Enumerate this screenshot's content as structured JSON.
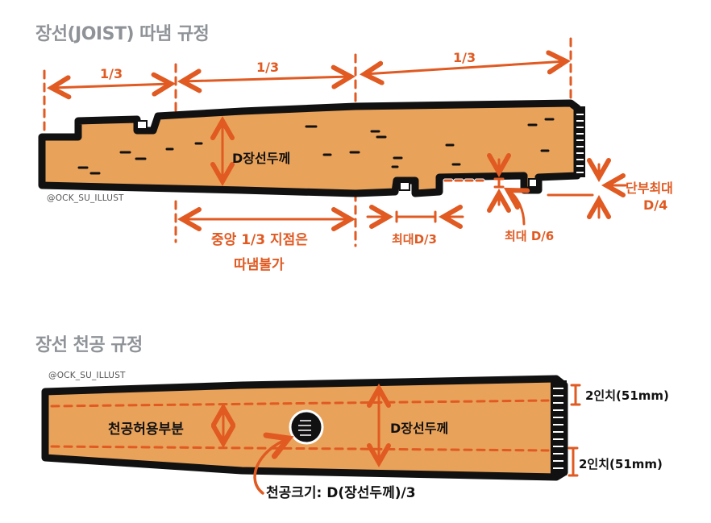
{
  "colors": {
    "annotation": "#e05a22",
    "wood": "#e9a25a",
    "outline": "#111111",
    "title": "#8f9398"
  },
  "section1": {
    "title": "장선(JOIST) 따냄 규정",
    "credit": "@OCK_SU_ILLUST",
    "span_labels": [
      "1/3",
      "1/3",
      "1/3"
    ],
    "thickness_label": "D장선두께",
    "center_rule": [
      "중앙 1/3 지점은",
      "따냄불가"
    ],
    "notch_width_label": "최대D/3",
    "notch_depth_label": "최대 D/6",
    "end_notch_label": [
      "단부최대",
      "D/4"
    ]
  },
  "section2": {
    "title": "장선 천공 규정",
    "credit": "@OCK_SU_ILLUST",
    "allowed_zone_label": "천공허용부분",
    "thickness_label": "D장선두께",
    "top_margin_label": "2인치(51mm)",
    "bottom_margin_label": "2인치(51mm)",
    "hole_size_label": "천공크기: D(장선두께)/3"
  }
}
